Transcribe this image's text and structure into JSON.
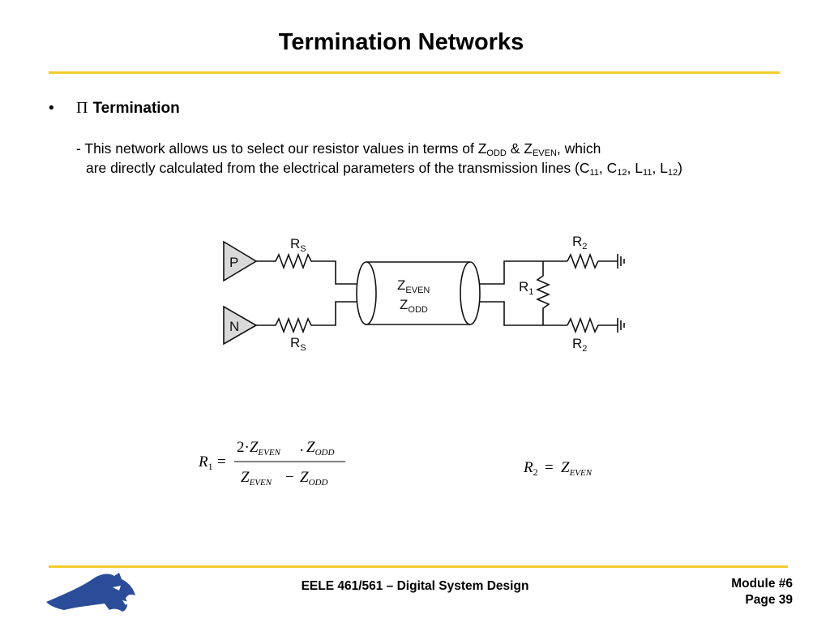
{
  "slide": {
    "title": "Termination Networks"
  },
  "bullet": {
    "marker": "•",
    "pi_symbol": "Π",
    "heading": "Termination"
  },
  "body": {
    "line1": {
      "part1": "- This network allows us to select our resistor values in terms of Z",
      "sub1": "ODD",
      "part2": " & Z",
      "sub2": "EVEN",
      "part3": ", which"
    },
    "line2": {
      "part1": "are directly calculated from the electrical parameters of the transmission lines (C",
      "sub1": "11",
      "part2": ", C",
      "sub2": "12",
      "part3": ", L",
      "sub3": "11",
      "part4": ", L",
      "sub4": "12",
      "part5": ")"
    }
  },
  "circuit": {
    "driver_p": "P",
    "driver_n": "N",
    "rs_base": "R",
    "rs_sub": "S",
    "tline_z_even_base": "Z",
    "tline_z_even_sub": "EVEN",
    "tline_z_odd_base": "Z",
    "tline_z_odd_sub": "ODD",
    "r1_base": "R",
    "r1_sub": "1",
    "r2_base": "R",
    "r2_sub": "2"
  },
  "equations": {
    "eq1": {
      "lhs": "R",
      "lhs_sub": "1",
      "num_coef": "2·",
      "z": "Z",
      "sub_even": "EVEN",
      "dot": "·",
      "sub_odd": "ODD",
      "minus": "−",
      "eq": "="
    },
    "eq2": {
      "lhs": "R",
      "lhs_sub": "2",
      "eq": "=",
      "z": "Z",
      "sub_even": "EVEN"
    }
  },
  "footer": {
    "course": "EELE 461/561 – Digital System Design",
    "module": "Module #6",
    "page": "Page 39"
  },
  "colors": {
    "accent_rule": "#f2cc2c",
    "logo_blue": "#2b4d99",
    "driver_fill": "#d9d9d9"
  }
}
